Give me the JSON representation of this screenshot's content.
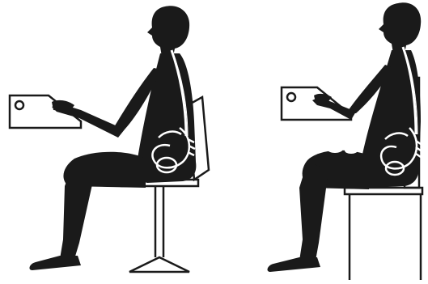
{
  "figure": {
    "panels": [
      {
        "name": "left",
        "chair": "swivel-chair",
        "posture": "seated-at-keyboard",
        "spine_visible": true
      },
      {
        "name": "right",
        "chair": "fixed-chair",
        "posture": "seated-at-keyboard",
        "spine_visible": true
      }
    ],
    "colors": {
      "ink": "#1a1a1a",
      "paper": "#ffffff",
      "bone": "#ffffff"
    }
  }
}
